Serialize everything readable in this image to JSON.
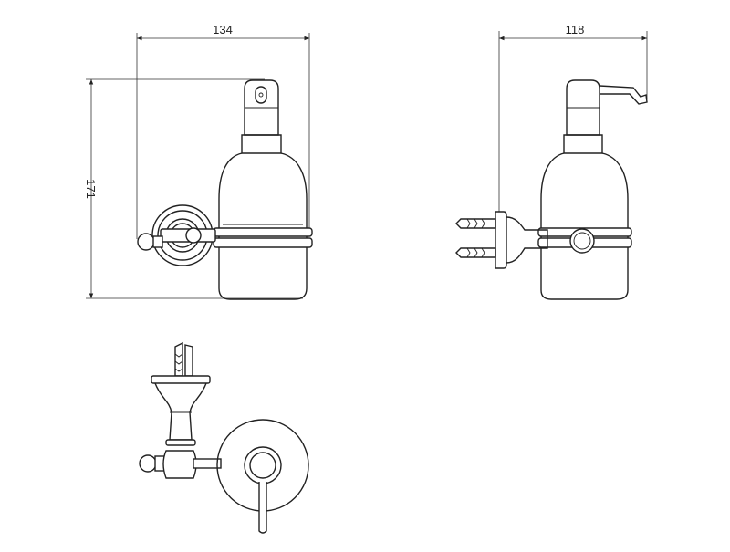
{
  "drawing": {
    "dimensions": {
      "width_front": "134",
      "height_front": "171",
      "width_side": "118"
    }
  }
}
